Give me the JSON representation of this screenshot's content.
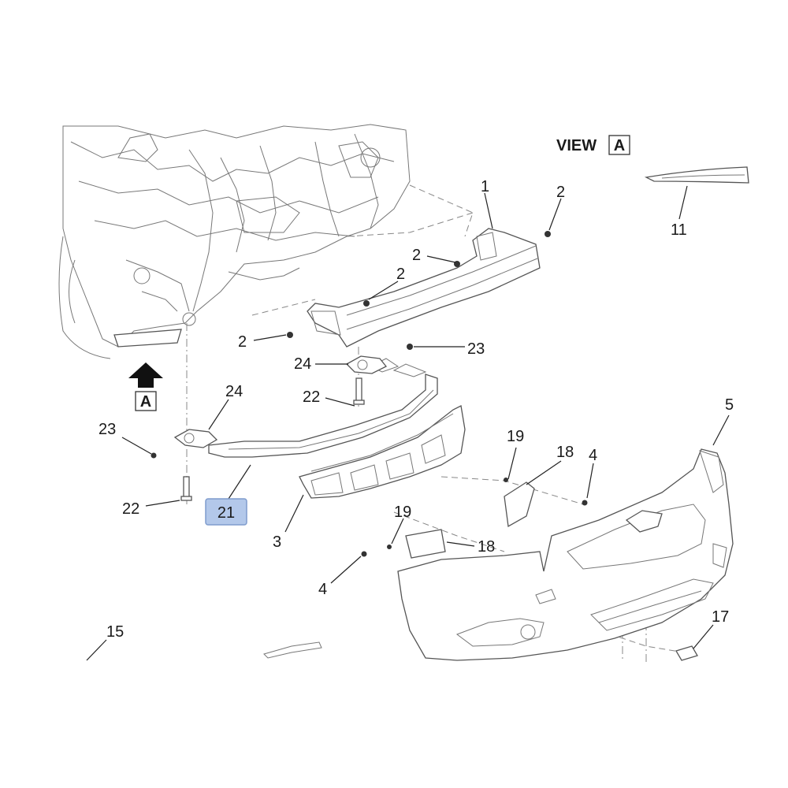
{
  "view": {
    "label": "VIEW",
    "letter": "A"
  },
  "arrow_letter": "A",
  "highlight_color": "#b3c8ea",
  "callouts": {
    "c1": "1",
    "c2a": "2",
    "c2b": "2",
    "c2c": "2",
    "c2d": "2",
    "c3": "3",
    "c4a": "4",
    "c4b": "4",
    "c5": "5",
    "c11": "11",
    "c15": "15",
    "c17": "17",
    "c18a": "18",
    "c18b": "18",
    "c19a": "19",
    "c19b": "19",
    "c21": "21",
    "c22a": "22",
    "c22b": "22",
    "c23a": "23",
    "c23b": "23",
    "c24a": "24",
    "c24b": "24"
  }
}
